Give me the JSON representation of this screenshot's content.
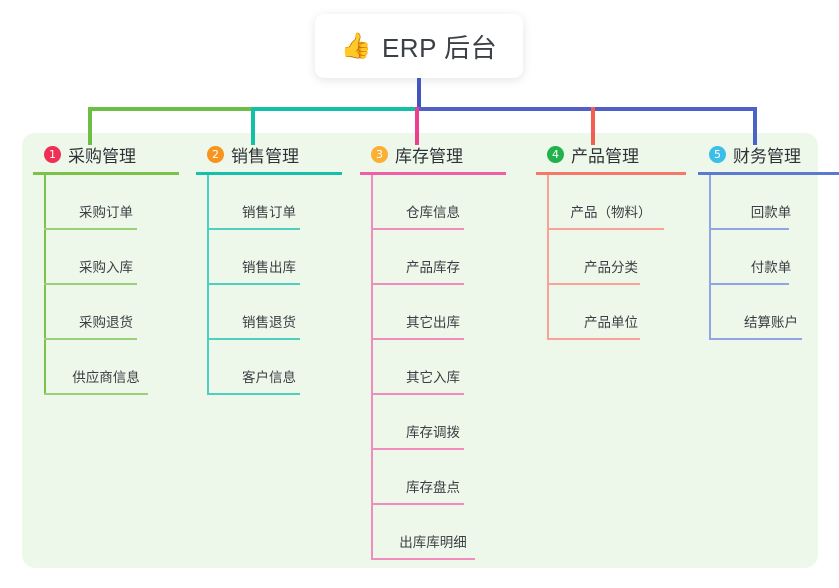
{
  "root": {
    "icon": "thumbs-up-emoji",
    "emoji": "👍",
    "title": "ERP 后台"
  },
  "palette": {
    "panel_bg": "#eef8ea",
    "page_bg": "#ffffff",
    "stem_blue": "#4353c4",
    "bar_green": "#6cbe45",
    "bar_teal": "#13bfa6",
    "bar_blue": "#5160c8",
    "text_dark": "#3a3e44"
  },
  "columns": [
    {
      "index": "1",
      "title": "采购管理",
      "badge_color": "#ef2f55",
      "line_color": "#7cc24a",
      "drop_color": "#6cbe45",
      "items": [
        "采购订单",
        "采购入库",
        "采购退货",
        "供应商信息"
      ]
    },
    {
      "index": "2",
      "title": "销售管理",
      "badge_color": "#f7941e",
      "line_color": "#16c0ab",
      "drop_color": "#13bfa6",
      "items": [
        "销售订单",
        "销售出库",
        "销售退货",
        "客户信息"
      ]
    },
    {
      "index": "3",
      "title": "库存管理",
      "badge_color": "#fbb034",
      "line_color": "#ef5fa7",
      "drop_color": "#ee3f8f",
      "items": [
        "仓库信息",
        "产品库存",
        "其它出库",
        "其它入库",
        "库存调拨",
        "库存盘点",
        "出库库明细"
      ]
    },
    {
      "index": "4",
      "title": "产品管理",
      "badge_color": "#22b14c",
      "line_color": "#f4796b",
      "drop_color": "#f25f52",
      "items": [
        "产品（物料）",
        "产品分类",
        "产品单位"
      ]
    },
    {
      "index": "5",
      "title": "财务管理",
      "badge_color": "#3bbfe8",
      "line_color": "#5a79cf",
      "drop_color": "#4a63c8",
      "items": [
        "回款单",
        "付款单",
        "结算账户"
      ]
    }
  ],
  "connectors": {
    "stem_label": "root-to-bus",
    "bus_segments": [
      {
        "name": "bus-green",
        "color": "#6cbe45"
      },
      {
        "name": "bus-teal",
        "color": "#13bfa6"
      },
      {
        "name": "bus-blue",
        "color": "#5160c8"
      }
    ]
  }
}
